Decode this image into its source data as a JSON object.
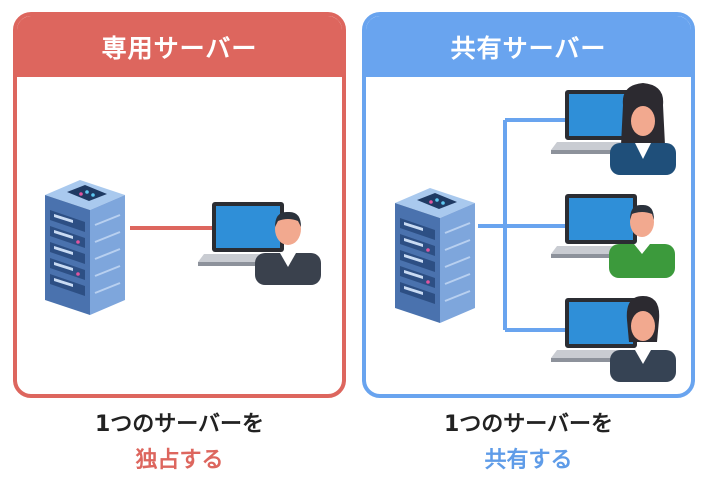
{
  "left_panel": {
    "title": "専用サーバー",
    "caption_line1": "1つのサーバーを",
    "caption_line2": "独占する"
  },
  "right_panel": {
    "title": "共有サーバー",
    "caption_line1": "1つのサーバーを",
    "caption_line2": "共有する"
  },
  "colors": {
    "dedicated_accent": "#dd665e",
    "shared_accent": "#69a4ef",
    "server_body": "#5b86c4",
    "laptop_screen": "#2f8fd8"
  },
  "icons": [
    "server-icon",
    "laptop-icon",
    "person-icon"
  ]
}
